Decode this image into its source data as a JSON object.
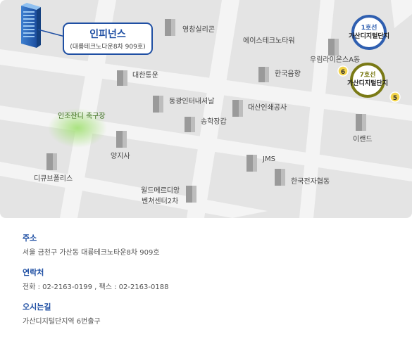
{
  "map": {
    "company": {
      "name": "인피넌스",
      "address": "(대륭테크노다운8차 909호)"
    },
    "landmarks": [
      {
        "id": "youngchang",
        "label": "영창실리콘"
      },
      {
        "id": "ace",
        "label": "에이스테크노타워"
      },
      {
        "id": "woorim",
        "label": "우림라이온스A동"
      },
      {
        "id": "daehan",
        "label": "대한통운"
      },
      {
        "id": "hanguk-eumhyang",
        "label": "한국음향"
      },
      {
        "id": "dongkwang",
        "label": "동광인터내셔날"
      },
      {
        "id": "daesan",
        "label": "대산인쇄공사"
      },
      {
        "id": "songhak",
        "label": "송학장갑"
      },
      {
        "id": "yangji",
        "label": "양지사"
      },
      {
        "id": "eland",
        "label": "이랜드"
      },
      {
        "id": "jms",
        "label": "JMS"
      },
      {
        "id": "hanguk-jeonja",
        "label": "한국전자협동"
      },
      {
        "id": "dicube",
        "label": "디큐브폴리스"
      },
      {
        "id": "world-line1",
        "label": "월드메르디앙"
      },
      {
        "id": "world-line2",
        "label": "벤쳐센터2차"
      }
    ],
    "turf": "인조잔디 축구장",
    "stations": [
      {
        "line": "1호선",
        "name": "가산디지털단지",
        "color": "#2f5fb0"
      },
      {
        "line": "7호선",
        "name": "가산디지털단지",
        "color": "#7a7a16"
      }
    ],
    "exits": [
      "6",
      "5"
    ]
  },
  "info": [
    {
      "title": "주소",
      "body": "서울 금천구 가산동 대륭테크노타운8차 909호"
    },
    {
      "title": "연락처",
      "body": "전화 : 02-2163-0199 ,   팩스 : 02-2163-0188"
    },
    {
      "title": "오시는길",
      "body": "가산디지털단지역 6번출구"
    }
  ]
}
